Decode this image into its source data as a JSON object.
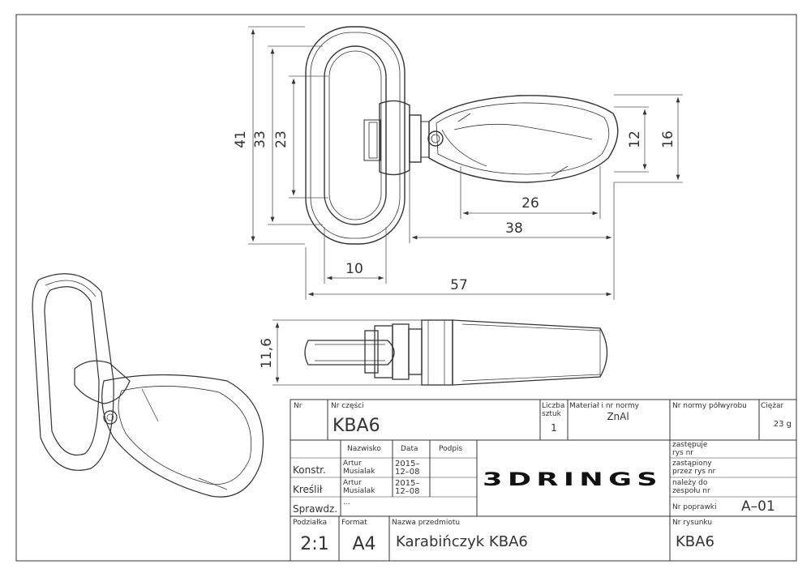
{
  "dimensions": {
    "d41": "41",
    "d33": "33",
    "d23": "23",
    "d12": "12",
    "d16": "16",
    "d26": "26",
    "d38": "38",
    "d10": "10",
    "d57": "57",
    "d11_6": "11,6"
  },
  "title_block": {
    "nr_label": "Nr",
    "part_nr_label": "Nr części",
    "part_nr": "KBA6",
    "qty_label_1": "Liczba",
    "qty_label_2": "sztuk",
    "qty": "1",
    "material_label": "Materiał i nr normy",
    "material": "ZnAl",
    "semi_norm_label": "Nr normy półwyrobu",
    "weight_label": "Ciężar",
    "weight": "23 g",
    "col_name": "Nazwisko",
    "col_date": "Data",
    "col_sign": "Podpis",
    "row_designed": "Konstr.",
    "row_drawn": "Kreślił",
    "row_checked": "Sprawdz.",
    "designed_name_1": "Artur",
    "designed_name_2": "Musialak",
    "designed_date_1": "2015–",
    "designed_date_2": "12–08",
    "drawn_name_1": "Artur",
    "drawn_name_2": "Musialak",
    "drawn_date_1": "2015–",
    "drawn_date_2": "12–08",
    "checked_name": "...",
    "logo": "3DRINGS",
    "replaces_1": "zastępuje",
    "replaces_2": "rys nr",
    "replaced_1": "zastąpiony",
    "replaced_2": "przez rys nr",
    "belongs_1": "należy do",
    "belongs_2": "zespołu nr",
    "revision_label": "Nr poprawki",
    "revision": "A–01",
    "scale_label": "Podziałka",
    "scale": "2:1",
    "format_label": "Format",
    "format": "A4",
    "object_name_label": "Nazwa przedmiotu",
    "object_name": "Karabińczyk KBA6",
    "drawing_nr_label": "Nr rysunku",
    "drawing_nr": "KBA6"
  },
  "colors": {
    "line": "#333333",
    "thin": "#555555",
    "paper": "#ffffff"
  }
}
